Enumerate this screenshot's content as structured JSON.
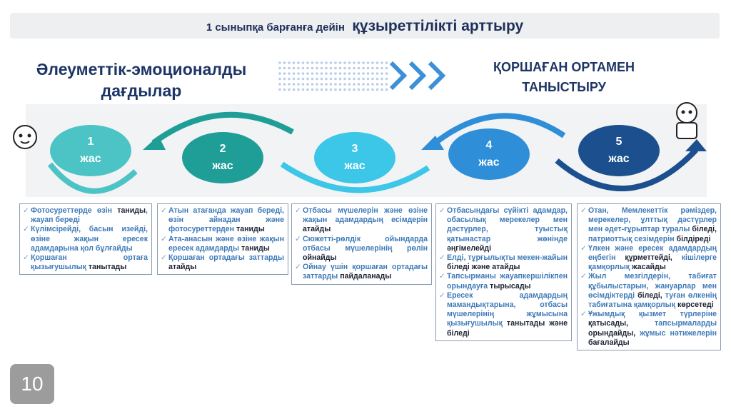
{
  "header": {
    "title_prefix": "1 сыныпқа барғанға дейін",
    "title_main": "құзыреттілікті арттыру"
  },
  "left_heading": "Әлеуметтік-эмоционалды дағдылар",
  "right_heading": "ҚОРШАҒАН ОРТАМЕН ТАНЫСТЫРУ",
  "stages": [
    {
      "num": "1",
      "label": "жас",
      "color": "#4cc4c6"
    },
    {
      "num": "2",
      "label": "жас",
      "color": "#1f9e98"
    },
    {
      "num": "3",
      "label": "жас",
      "color": "#3cc6e8"
    },
    {
      "num": "4",
      "label": "жас",
      "color": "#2e8fd8"
    },
    {
      "num": "5",
      "label": "жас",
      "color": "#1b4f8e"
    }
  ],
  "boxes": [
    [
      [
        {
          "t": "Фотосуреттерде өзін "
        },
        {
          "t": "таниды",
          "b": 1
        },
        {
          "t": ", жауап береді"
        }
      ],
      [
        {
          "t": "Күлімсірейді, басын изейді, өзіне жақын ересек адамдарына қол бұлғайды"
        }
      ],
      [
        {
          "t": "Қоршаған ортаға қызығушылық "
        },
        {
          "t": "танытады",
          "b": 1
        }
      ]
    ],
    [
      [
        {
          "t": "Атын атағанда жауап береді, өзін айнадан және фотосуреттерден "
        },
        {
          "t": "таниды",
          "b": 1
        }
      ],
      [
        {
          "t": "Ата-анасын және өзіне жақын ересек адамдарды "
        },
        {
          "t": "таниды",
          "b": 1
        }
      ],
      [
        {
          "t": "Қоршаған ортадағы заттарды "
        },
        {
          "t": "атайды",
          "b": 1
        }
      ]
    ],
    [
      [
        {
          "t": "Отбасы мүшелерін және өзіне жақын адамдардың есімдерін "
        },
        {
          "t": "атайды",
          "b": 1
        }
      ],
      [
        {
          "t": "Сюжетті-рөлдік ойындарда отбасы мүшелерінің рөлін "
        },
        {
          "t": "ойнайды",
          "b": 1
        }
      ],
      [
        {
          "t": "Ойнау үшін қоршаған ортадағы заттарды "
        },
        {
          "t": "пайдаланады",
          "b": 1
        }
      ]
    ],
    [
      [
        {
          "t": "Отбасындағы сүйікті адамдар, обасылық мерекелер мен дәстүрлер, туыстық қатынастар жөнінде "
        },
        {
          "t": "әңгімелейді",
          "b": 1
        }
      ],
      [
        {
          "t": "Елді, тұрғылықты мекен-жайын "
        },
        {
          "t": "біледі және атайды",
          "b": 1
        }
      ],
      [
        {
          "t": "Тапсырманы жауапкершілікпен орындауға "
        },
        {
          "t": "тырысады",
          "b": 1
        }
      ],
      [
        {
          "t": "Ересек адамдардың мамандықтарына, отбасы мүшелерінің жұмысына қызығушылық "
        },
        {
          "t": "танытады және біледі",
          "b": 1
        }
      ]
    ],
    [
      [
        {
          "t": "Отан, Мемлекеттік рәміздер, мерекелер, ұлттық дәстүрлер мен әдет-ғұрыптар туралы "
        },
        {
          "t": "біледі,",
          "b": 1
        },
        {
          "t": " патриоттық сезімдерін "
        },
        {
          "t": "білдіреді",
          "b": 1
        }
      ],
      [
        {
          "t": "Үлкен және ересек адамдардың еңбегін "
        },
        {
          "t": "құрметтейді,",
          "b": 1
        },
        {
          "t": " кішілерге қамқорлық "
        },
        {
          "t": "жасайды",
          "b": 1
        }
      ],
      [
        {
          "t": "Жыл мезгілдерін, табиғат құбылыстарын, жануарлар мен өсімдіктерді "
        },
        {
          "t": "біледі,",
          "b": 1
        },
        {
          "t": " туған өлкенің табиғатына қамқорлық "
        },
        {
          "t": "көрсетеді",
          "b": 1
        }
      ],
      [
        {
          "t": "Ұжымдық қызмет түрлеріне "
        },
        {
          "t": "қатысады,",
          "b": 1
        },
        {
          "t": " тапсырмаларды "
        },
        {
          "t": "орындайды,",
          "b": 1
        },
        {
          "t": " жұмыс нәтижелерін "
        },
        {
          "t": "бағалайды",
          "b": 1
        }
      ]
    ]
  ],
  "page_number": "10"
}
